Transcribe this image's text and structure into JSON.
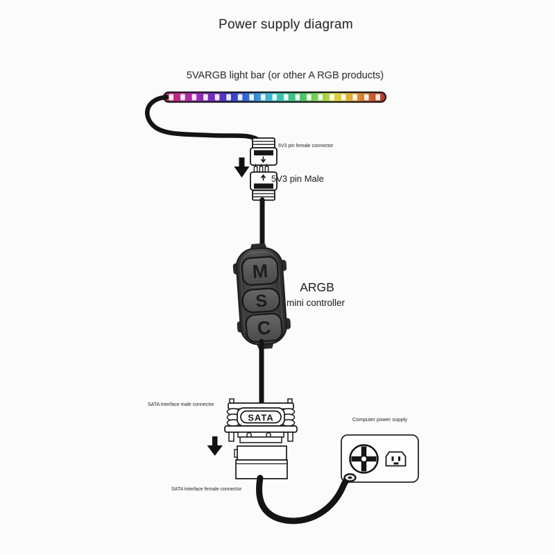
{
  "title": "Power supply diagram",
  "light_bar": {
    "label": "5VARGB light bar (or other A RGB products)",
    "gradient_colors": [
      "#c22a50",
      "#c2258e",
      "#9a28b6",
      "#6a2cc6",
      "#3a3ecb",
      "#2e6fd8",
      "#38b2de",
      "#36c6a6",
      "#3fc46a",
      "#7ed04e",
      "#d6d63a",
      "#e2a832",
      "#d2622a",
      "#b8342c"
    ],
    "led_chip_count": 19
  },
  "labels": {
    "female_3pin": "5V3 pin female connector",
    "male_3pin": "5V3 pin Male",
    "sata_male": "SATA interface male connector",
    "sata_female": "SATA interface female connector",
    "computer_psu": "Computer power supply"
  },
  "controller": {
    "title": "ARGB",
    "subtitle": "mini controller",
    "buttons": [
      "M",
      "S",
      "C"
    ]
  },
  "sata_connector": {
    "text": "SATA"
  },
  "colors": {
    "line_art": "#1a1a1a",
    "cable": "#141414",
    "controller_body": "#3a3a3a"
  }
}
